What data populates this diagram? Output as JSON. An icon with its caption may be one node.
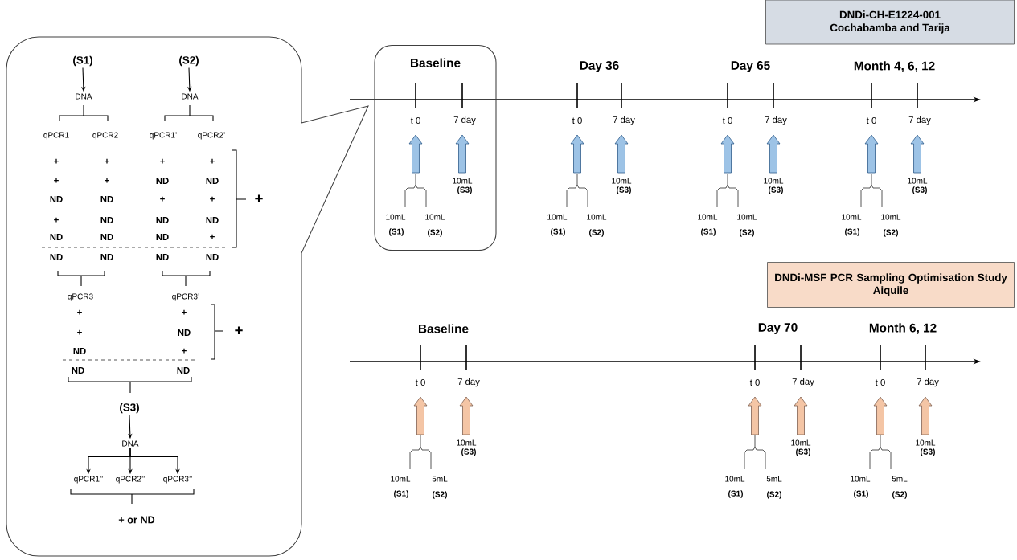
{
  "diagram": {
    "nodes": [
      {
        "text": [],
        "shape": "callout"
      },
      {
        "text": [
          "(S1)"
        ],
        "in": 0
      },
      {
        "text": [
          "DNA"
        ],
        "in": 0
      },
      {
        "text": [
          "(S2)"
        ],
        "in": 0
      },
      {
        "text": [
          "DNA"
        ],
        "in": 0
      },
      {
        "text": [
          "(S3)"
        ],
        "in": 0
      },
      {
        "text": [
          "DNA"
        ],
        "in": 0
      },
      {
        "text": [
          "qPCR1’’"
        ],
        "in": 0
      },
      {
        "text": [
          "qPCR2’’"
        ],
        "in": 0
      },
      {
        "text": [
          "qPCR3’’"
        ],
        "in": 0
      },
      {
        "text": [
          "DNDi-CH-E1224-001",
          "Cochabamba and Tarija"
        ]
      },
      {
        "text": [
          "Baseline"
        ]
      },
      {
        "text": [
          "DNDi-MSF PCR Sampling Optimisation Study",
          "Aiquile"
        ]
      }
    ],
    "edges": [
      {
        "from": 1,
        "to": 2,
        "arrow": "to"
      },
      {
        "from": 3,
        "to": 4,
        "arrow": "to"
      },
      {
        "from": 5,
        "to": 6,
        "arrow": "to"
      },
      {
        "from": 6,
        "to": 7,
        "arrow": "to"
      },
      {
        "from": 6,
        "to": 8,
        "arrow": "to"
      },
      {
        "from": 6,
        "to": 9,
        "arrow": "to"
      }
    ],
    "labels": [
      "qPCR1",
      "qPCR2",
      "qPCR1’",
      "qPCR2’",
      "+",
      "+",
      "+",
      "+",
      "+",
      "+",
      "ND",
      "ND",
      "ND",
      "ND",
      "+",
      "+",
      "+",
      "ND",
      "ND",
      "ND",
      "ND",
      "ND",
      "ND",
      "+",
      "+",
      "ND",
      "ND",
      "ND",
      "ND",
      "qPCR3",
      "qPCR3’",
      "+",
      "+",
      "+",
      "ND",
      "ND",
      "+",
      "+",
      "ND",
      "ND",
      "+ or ND",
      "t 0",
      "7 day",
      "10mL",
      "(S3)",
      "10mL",
      "10mL",
      "(S1)",
      "(S2)",
      "Day 36",
      "t 0",
      "7 day",
      "10mL",
      "(S3)",
      "10mL",
      "10mL",
      "(S1)",
      "(S2)",
      "Day 65",
      "t 0",
      "7 day",
      "10mL",
      "(S3)",
      "10mL",
      "10mL",
      "(S1)",
      "(S2)",
      "Month 4, 6, 12",
      "t 0",
      "7 day",
      "10mL",
      "(S3)",
      "10mL",
      "10mL",
      "(S1)",
      "(S2)",
      "Baseline",
      "t 0",
      "7 day",
      "10mL",
      "(S3)",
      "10mL",
      "5mL",
      "(S1)",
      "(S2)",
      "Day 70",
      "t 0",
      "7 day",
      "10mL",
      "(S3)",
      "10mL",
      "5mL",
      "(S1)",
      "(S2)",
      "Month 6, 12",
      "t 0",
      "7 day",
      "10mL",
      "(S3)",
      "10mL",
      "5mL",
      "(S1)",
      "(S2)"
    ]
  }
}
